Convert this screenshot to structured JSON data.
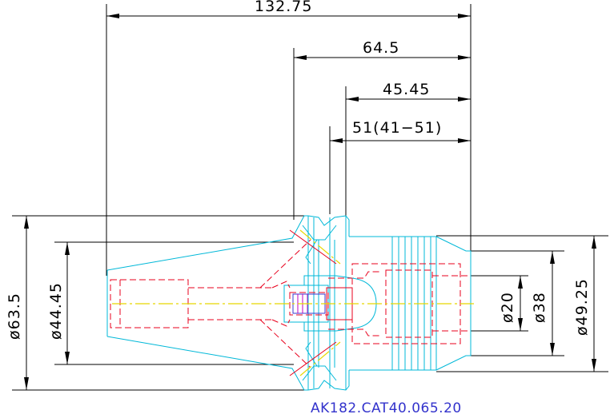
{
  "drawing": {
    "part_number": "AK182.CAT40.065.20",
    "colors": {
      "outline": "#00b8d8",
      "hidden": "#e8001c",
      "centerline": "#e6d800",
      "dimension": "#000000",
      "part_number_text": "#3333cc"
    },
    "dimensions": {
      "overall_length": "132.75",
      "gauge_length": "64.5",
      "flange_to_nose": "45.45",
      "adjustable_length": "51(41−51)",
      "flange_diameter": "ø63.5",
      "taper_diameter": "ø44.45",
      "bore_diameter": "ø20",
      "nose_diameter": "ø38",
      "body_diameter": "ø49.25"
    }
  }
}
